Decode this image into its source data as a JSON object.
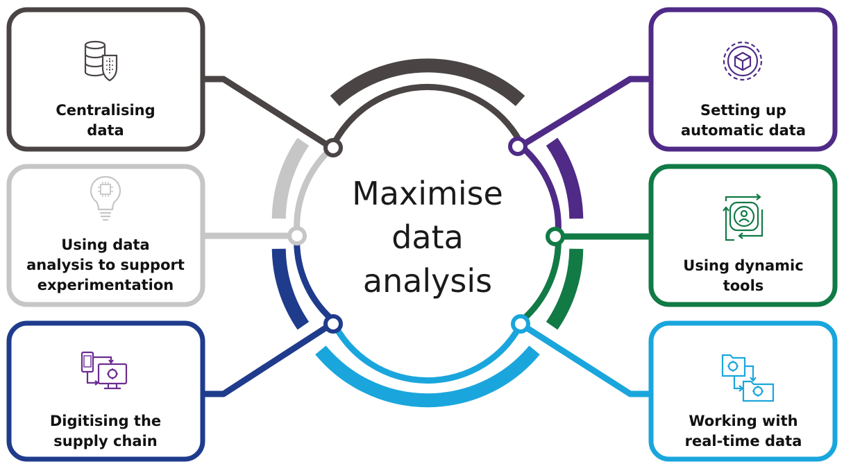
{
  "center": {
    "title_lines": [
      "Maximise",
      "data",
      "analysis"
    ]
  },
  "colors": {
    "dark": "#4a4444",
    "grey": "#c6c6c6",
    "navy": "#1f3b8c",
    "purple": "#4f2a86",
    "green": "#117a45",
    "cyan": "#1aa6dc"
  },
  "cards": [
    {
      "key": "centralising",
      "icon": "database-shield-icon",
      "color": "#4a4444",
      "lines": [
        "Centralising",
        "data"
      ]
    },
    {
      "key": "experimentation",
      "icon": "lightbulb-chip-icon",
      "color": "#c6c6c6",
      "lines": [
        "Using data",
        "analysis to support",
        "experimentation"
      ]
    },
    {
      "key": "supply-chain",
      "icon": "phone-monitor-sync-icon",
      "color": "#1f3b8c",
      "lines": [
        "Digitising the",
        "supply chain"
      ]
    },
    {
      "key": "automatic",
      "icon": "gear-cube-icon",
      "color": "#4f2a86",
      "lines": [
        "Setting up",
        "automatic data"
      ]
    },
    {
      "key": "dynamic-tools",
      "icon": "user-cycle-icon",
      "color": "#117a45",
      "lines": [
        "Using dynamic",
        "tools"
      ]
    },
    {
      "key": "real-time",
      "icon": "folder-gear-flow-icon",
      "color": "#1aa6dc",
      "lines": [
        "Working with",
        "real-time data"
      ]
    }
  ]
}
